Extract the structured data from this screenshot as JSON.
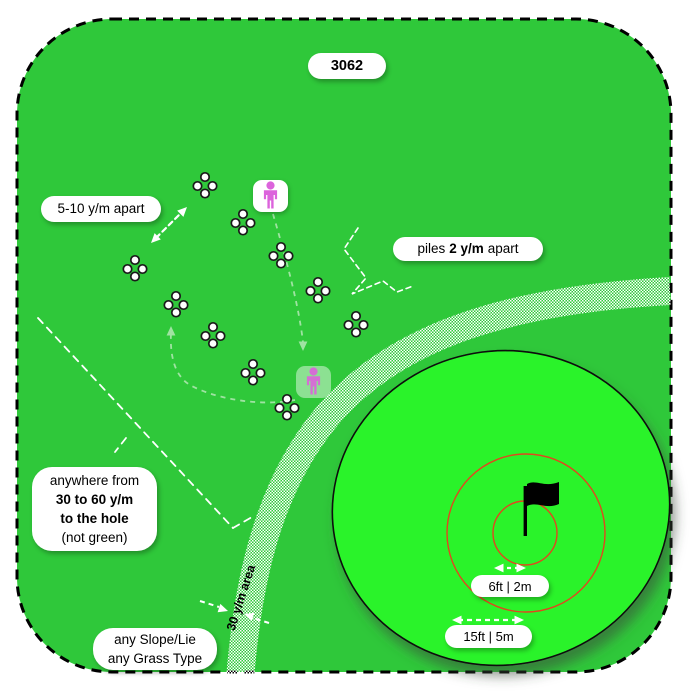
{
  "badge": {
    "number": "3062"
  },
  "annotations": {
    "row_spacing": "5-10 y/m apart",
    "pile_spacing": {
      "prefix": "piles",
      "value": "2 y/m",
      "suffix": "apart"
    },
    "hitting_distance": {
      "line1": "anywhere from",
      "line2": "30 to 60 y/m",
      "line3": "to the hole",
      "line4": "(not green)"
    },
    "conditions": {
      "line1": "any Slope/Lie",
      "line2": "any Grass Type"
    },
    "band_area": "30 y/m area",
    "inner_ring": "6ft | 2m",
    "outer_ring": "15ft | 5m"
  },
  "counts": {
    "ball_piles": 10,
    "balls_per_pile": 4,
    "players": 2
  },
  "colors": {
    "field_green": "#2FC83A",
    "putting_green": "#2CF32A",
    "target_rings": "#E2461F",
    "player_pink": "#DC63DC",
    "border": "#000000",
    "band_hatch": "#FFFFFF"
  }
}
